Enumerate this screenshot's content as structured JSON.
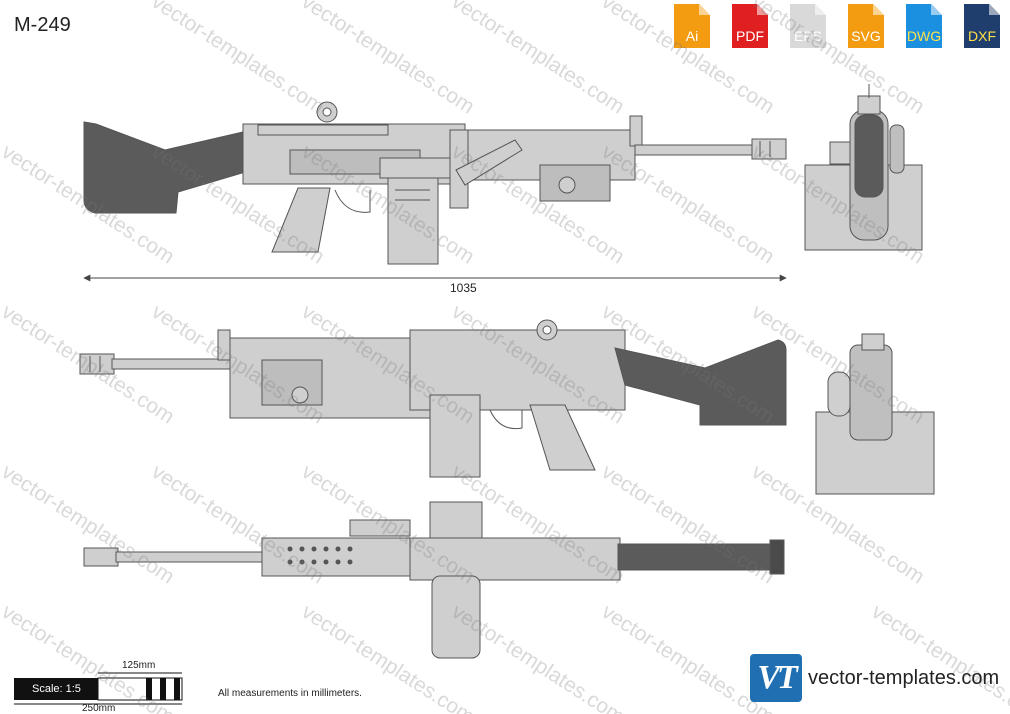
{
  "title": "M-249",
  "formats": [
    {
      "label": "Ai",
      "color": "#f39c12"
    },
    {
      "label": "PDF",
      "color": "#e02020"
    },
    {
      "label": "EPS",
      "color": "#d9d9d9"
    },
    {
      "label": "SVG",
      "color": "#f39c12"
    },
    {
      "label": "DWG",
      "color": "#1b8fe0"
    },
    {
      "label": "DXF",
      "color": "#1f3d6d"
    }
  ],
  "dimension_label": "1035",
  "scale": {
    "label": "Scale: 1:5",
    "mark_short": "125mm",
    "mark_long": "250mm"
  },
  "note": "All measurements in millimeters.",
  "watermark": "vector-templates.com",
  "logo": {
    "mark": "VT",
    "text": "vector-templates.com",
    "color": "#1f6fb2"
  },
  "colors": {
    "body": "#cfcfcf",
    "stock": "#5b5b5b",
    "outline": "#555555"
  }
}
